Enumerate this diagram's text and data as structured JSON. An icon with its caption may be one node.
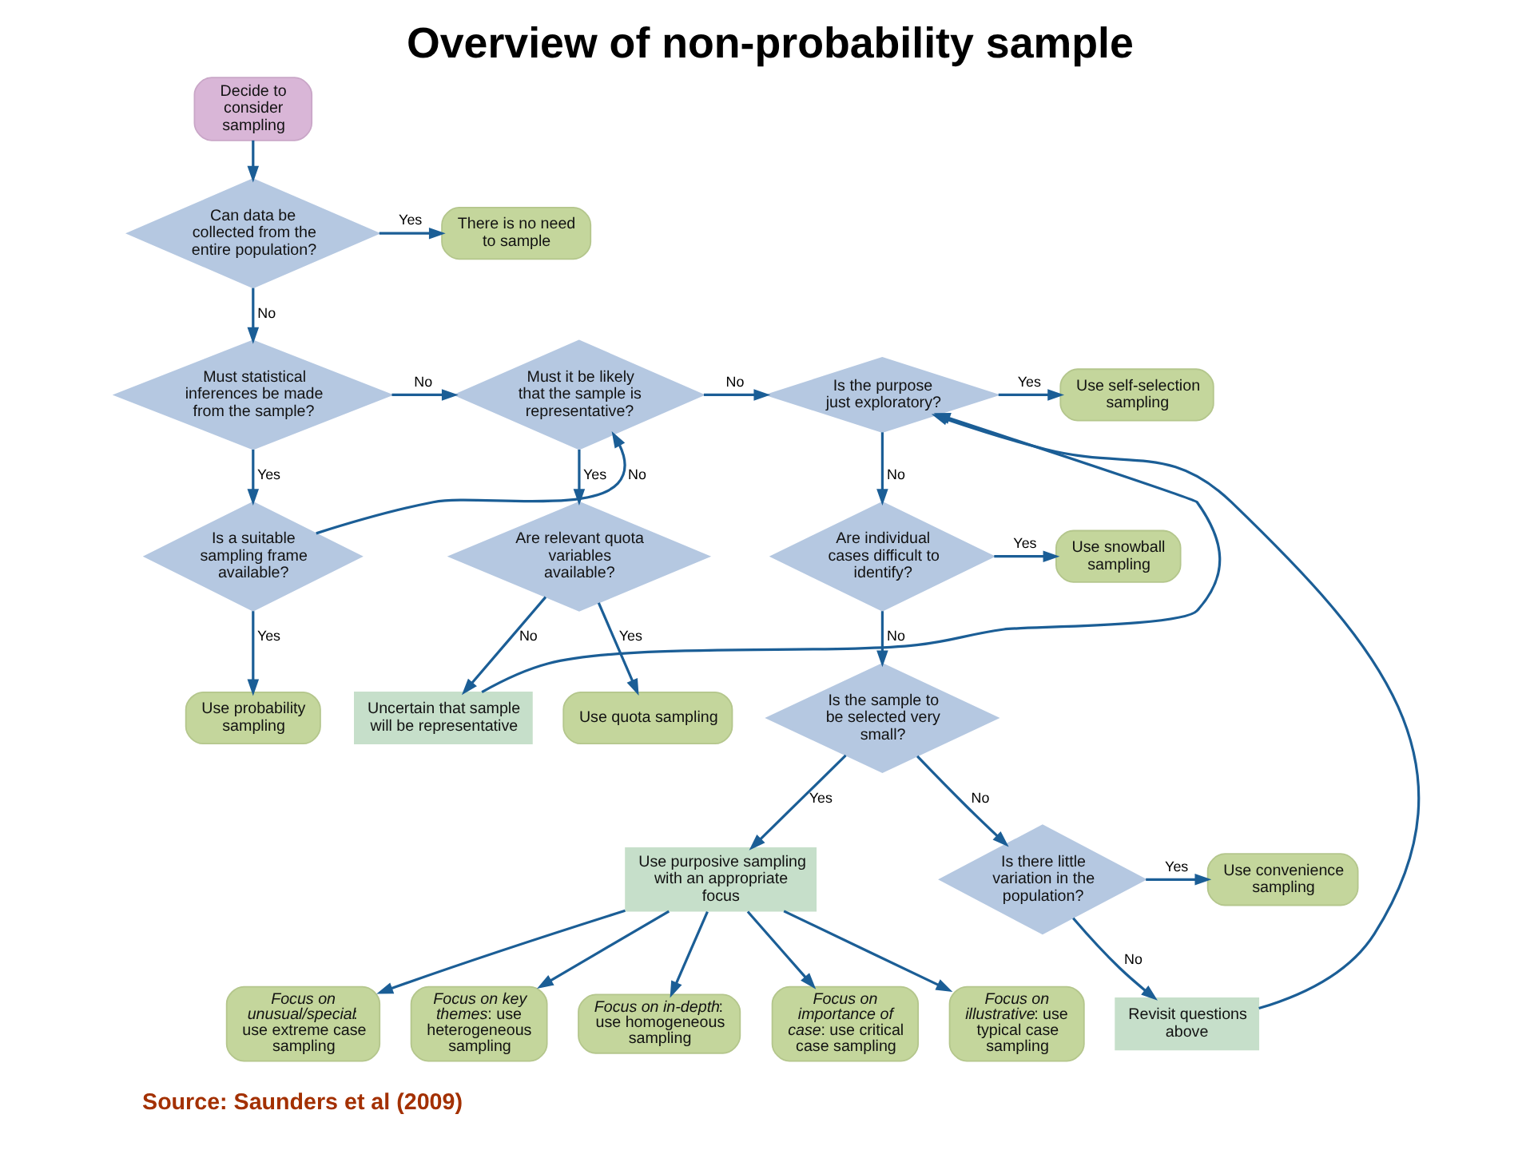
{
  "diagram": {
    "title": "Overview of non-probability sample",
    "caption": "Source: Saunders et al (2009)",
    "nodes": [
      {
        "text": [
          "Decide to consider sampling"
        ]
      },
      {
        "text": [
          "Can data be collected from the entire population?"
        ]
      },
      {
        "text": [
          "There is no need to sample"
        ]
      },
      {
        "text": [
          "Must statistical inferences be made from the sample?"
        ]
      },
      {
        "text": [
          "Must it be likely that the sample is representative?"
        ]
      },
      {
        "text": [
          "Is the purpose just exploratory?"
        ]
      },
      {
        "text": [
          "Use self-selection sampling"
        ]
      },
      {
        "text": [
          "Use snowball sampling"
        ]
      },
      {
        "text": [
          "Are individual cases difficult to identify?"
        ]
      },
      {
        "text": [
          "*Focus on unusual/special*: use extreme case sampling"
        ]
      },
      {
        "text": [
          "Uncertain that sample will be representative"
        ]
      },
      {
        "text": [
          "*Focus on key themes*: use heterogeneous sampling"
        ]
      },
      {
        "text": [
          "Is the sample to be selected very small?"
        ]
      },
      {
        "text": [
          "Are relevant quota variables available?"
        ]
      },
      {
        "text": [
          "*Focus on in-depth*: use homogeneous sampling"
        ]
      },
      {
        "text": [
          "Use purposive sampling with an appropriate focus"
        ]
      },
      {
        "text": [
          "*Focus on importance of case*: use critical case sampling"
        ]
      },
      {
        "text": [
          "Revisit questions above"
        ]
      },
      {
        "text": [
          "*Focus on illustrative*: use typical case sampling"
        ]
      },
      {
        "text": [
          "Is a suitable sampling frame available?"
        ]
      },
      {
        "text": [
          "Is there little variation in the population?"
        ]
      },
      {
        "text": [
          "Use convenience sampling"
        ]
      },
      {
        "text": [
          "Use quota sampling"
        ]
      },
      {
        "text": [
          "Use probability sampling"
        ]
      }
    ],
    "edges": [
      {
        "from": 0,
        "to": 1,
        "arrow": "to"
      },
      {
        "from": 1,
        "to": 2,
        "arrow": "to",
        "label": "Yes"
      },
      {
        "from": 1,
        "to": 3,
        "arrow": "to",
        "label": "No"
      },
      {
        "from": 3,
        "to": 4,
        "arrow": "to",
        "label": "No"
      },
      {
        "from": 4,
        "to": 5,
        "arrow": "to",
        "label": "No"
      },
      {
        "from": 5,
        "to": 6,
        "arrow": "to",
        "label": "Yes"
      },
      {
        "from": 8,
        "to": 7,
        "arrow": "to",
        "label": "Yes"
      },
      {
        "from": 5,
        "to": 8,
        "arrow": "to",
        "label": "No"
      },
      {
        "from": 3,
        "to": 19,
        "arrow": "to",
        "label": "Yes"
      },
      {
        "from": 4,
        "to": 13,
        "arrow": "to",
        "label": "Yes"
      },
      {
        "from": 13,
        "to": 10,
        "arrow": "to",
        "label": "No"
      },
      {
        "from": 10,
        "to": 5,
        "arrow": "to"
      },
      {
        "from": 8,
        "to": 12,
        "arrow": "to",
        "label": "No"
      },
      {
        "from": 12,
        "to": 15,
        "arrow": "to",
        "label": "Yes"
      },
      {
        "from": 12,
        "to": 20,
        "arrow": "to",
        "label": "No"
      },
      {
        "from": 15,
        "to": 9,
        "arrow": "to"
      },
      {
        "from": 15,
        "to": 11,
        "arrow": "to"
      },
      {
        "from": 15,
        "to": 14,
        "arrow": "to"
      },
      {
        "from": 15,
        "to": 16,
        "arrow": "to"
      },
      {
        "from": 15,
        "to": 18,
        "arrow": "to"
      },
      {
        "from": 19,
        "to": 4,
        "arrow": "to",
        "label": "No"
      },
      {
        "from": 17,
        "to": 5,
        "arrow": "to"
      },
      {
        "from": 20,
        "to": 17,
        "arrow": "to",
        "label": "No"
      },
      {
        "from": 20,
        "to": 21,
        "arrow": "to",
        "label": "Yes"
      },
      {
        "from": 13,
        "to": 22,
        "arrow": "to",
        "label": "Yes"
      },
      {
        "from": 19,
        "to": 23,
        "arrow": "to",
        "label": "Yes"
      }
    ]
  }
}
